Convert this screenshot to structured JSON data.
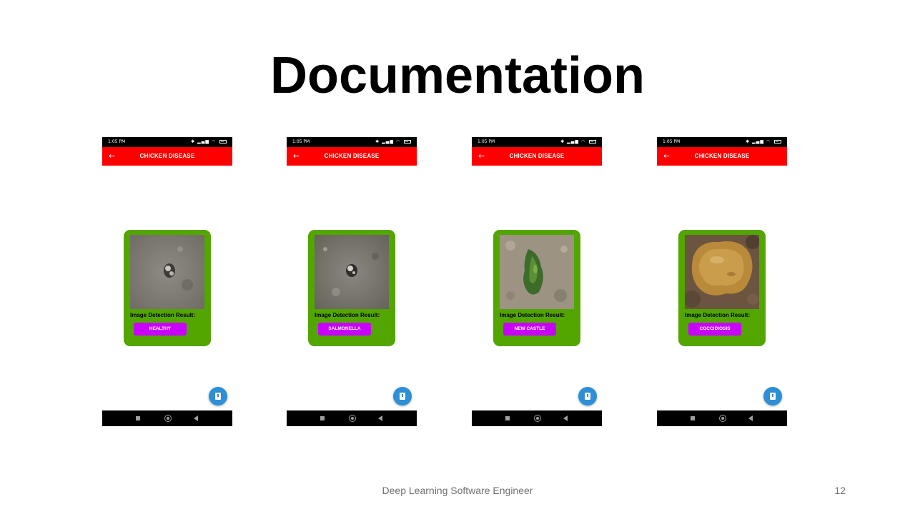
{
  "slide": {
    "title": "Documentation",
    "footer": "Deep Learning Software Engineer",
    "page_number": "12"
  },
  "colors": {
    "appbar": "#ff0000",
    "card": "#53a500",
    "result_button": "#c800ff",
    "fab": "#2d8fd5"
  },
  "phones": [
    {
      "status_time": "1:05 PM",
      "app_title": "CHICKEN DISEASE",
      "result_label": "Image Detection Result:",
      "result_value": "HEALTHY"
    },
    {
      "status_time": "1:05 PM",
      "app_title": "CHICKEN DISEASE",
      "result_label": "Image Detection Result:",
      "result_value": "SALMONELLA"
    },
    {
      "status_time": "1:05 PM",
      "app_title": "CHICKEN DISEASE",
      "result_label": "Image Detection Result:",
      "result_value": "NEW CASTLE"
    },
    {
      "status_time": "1:05 PM",
      "app_title": "CHICKEN DISEASE",
      "result_label": "Image Detection Result:",
      "result_value": "COCCIDIOSIS"
    }
  ],
  "icons": {
    "back": "arrow-left-icon",
    "fab": "sim-card-icon",
    "nav": [
      "recent-apps-icon",
      "home-icon",
      "back-triangle-icon"
    ]
  }
}
